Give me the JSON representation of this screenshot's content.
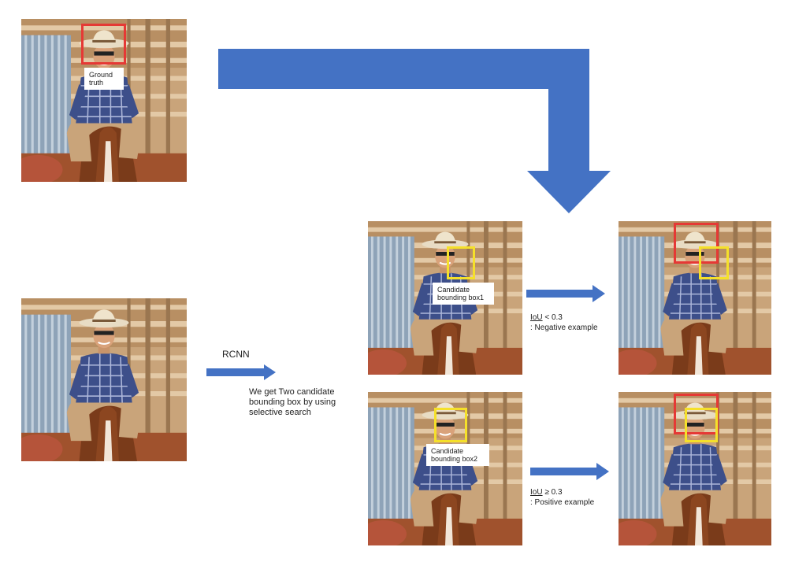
{
  "labels": {
    "ground_truth_line1": "Ground",
    "ground_truth_line2": "truth",
    "rcnn": "RCNN",
    "selective_search_line1": "We get Two candidate",
    "selective_search_line2": "bounding box by using",
    "selective_search_line3": "selective search",
    "candidate1_line1": "Candidate",
    "candidate1_line2": "bounding box1",
    "candidate2_line1": "Candidate",
    "candidate2_line2": "bounding box2",
    "iou_neg_label": "IoU",
    "iou_neg_rest": " <  0.3",
    "negative_example": ": Negative example",
    "iou_pos_label": "IoU",
    "iou_pos_rest": " ≥  0.3",
    "positive_example": ": Positive example"
  },
  "colors": {
    "arrow": "#4472c4",
    "ground_truth_box": "#e53935",
    "candidate_box": "#f5e02a"
  }
}
